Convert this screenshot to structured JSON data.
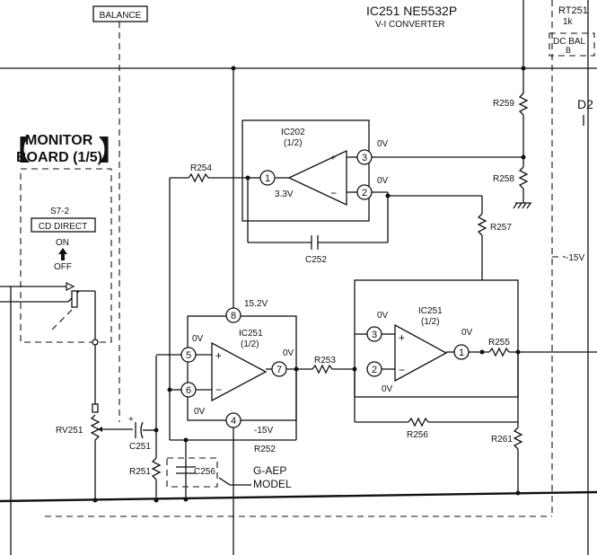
{
  "header": {
    "balance_label": "BALANCE",
    "ic_title": "IC251  NE5532P",
    "ic_subtitle": "V-I  CONVERTER",
    "rt_label": "RT251",
    "rt_value": "1k",
    "dc_label": "DC BAL",
    "dc_sub": "B",
    "d2_label": "D2",
    "neg_supply": "-15V"
  },
  "monitor_board": {
    "title_line1": "MONITOR",
    "title_line2": "BOARD (1/5)",
    "switch_id": "S7-2",
    "switch_name": "CD DIRECT",
    "on_label": "ON",
    "off_label": "OFF"
  },
  "ic202": {
    "name": "IC202",
    "section": "(1/2)",
    "pin_out": "1",
    "pin_noninv": "3",
    "pin_inv": "2",
    "v_out": "3.3V",
    "v_noninv": "0V",
    "v_inv": "0V"
  },
  "ic251a": {
    "name": "IC251",
    "section": "(1/2)",
    "pin_noninv": "5",
    "pin_inv": "6",
    "pin_out": "7",
    "pin_vcc": "8",
    "pin_vee": "4",
    "v_vcc": "15.2V",
    "v_vee": "-15V",
    "v_noninv": "0V",
    "v_inv": "0V",
    "v_out": "0V"
  },
  "ic251b": {
    "name": "IC251",
    "section": "(1/2)",
    "pin_noninv": "3",
    "pin_inv": "2",
    "pin_out": "1",
    "v_noninv": "0V",
    "v_inv": "0V",
    "v_out": "0V"
  },
  "components": {
    "r254": "R254",
    "r259": "R259",
    "r258": "R258",
    "r257": "R257",
    "c252": "C252",
    "r253": "R253",
    "r252": "R252",
    "r255": "R255",
    "r256": "R256",
    "r261": "R261",
    "rv251": "RV251",
    "c251": "C251",
    "r251": "R251",
    "c256": "C256",
    "plus": "+"
  },
  "note": {
    "line1": "G-AEP",
    "line2": "MODEL"
  }
}
